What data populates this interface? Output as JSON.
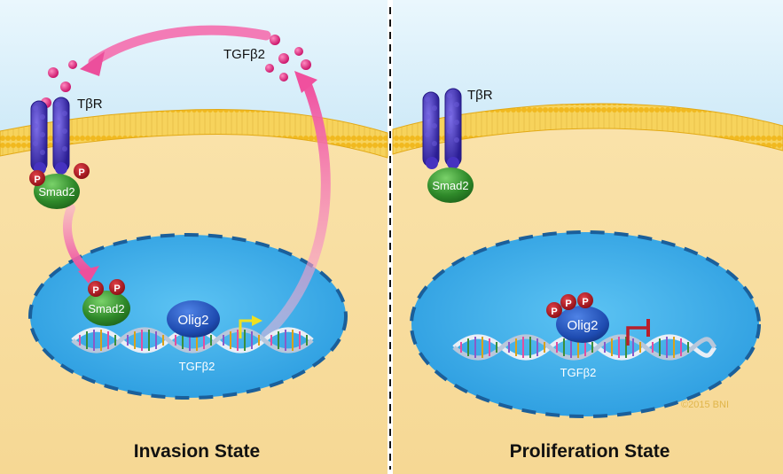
{
  "panels": {
    "left": {
      "title": "Invasion State",
      "ligand_label": "TGFβ2",
      "receptor_label": "TβR",
      "smad_label": "Smad2",
      "phospho_label": "P",
      "nuclear_smad_label": "Smad2",
      "tf_label": "Olig2",
      "gene_label": "TGFβ2"
    },
    "right": {
      "title": "Proliferation State",
      "receptor_label": "TβR",
      "smad_label": "Smad2",
      "phospho_label": "P",
      "tf_label": "Olig2",
      "gene_label": "TGFβ2"
    }
  },
  "copyright": "©2015 BNI",
  "colors": {
    "sky": "#dff1fb",
    "cytoplasm": "#f7dea0",
    "membrane": "#f3c830",
    "nucleus": "#3fb0ec",
    "nucleus_border": "#1b5f9a",
    "receptor": "#3a2ca8",
    "smad": "#2f8a2a",
    "phospho": "#b0141c",
    "olig2": "#1e4bb0",
    "ligand": "#e0187a",
    "arrow": "#f06bb0",
    "activation": "#f0e020",
    "repression": "#b81e2a"
  }
}
